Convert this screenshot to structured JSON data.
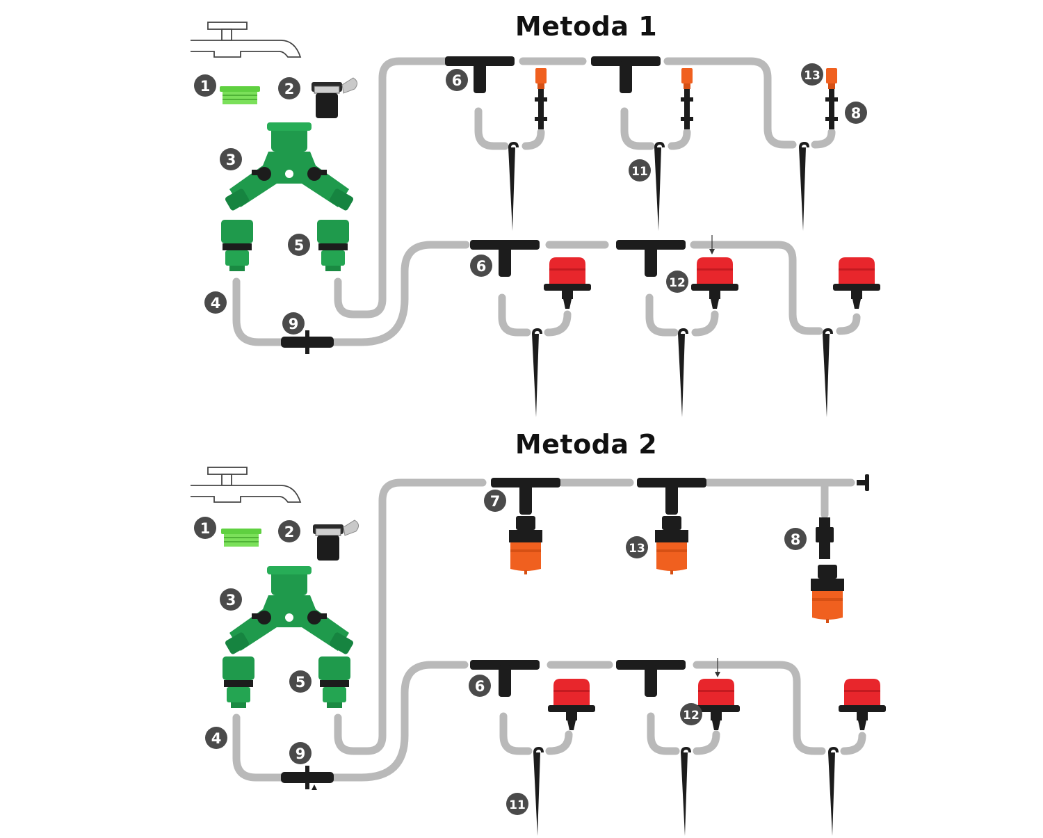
{
  "methods": [
    {
      "title": "Metoda 1",
      "labels": [
        "1",
        "2",
        "3",
        "4",
        "5",
        "6",
        "6",
        "8",
        "9",
        "11",
        "12",
        "13"
      ]
    },
    {
      "title": "Metoda 2",
      "labels": [
        "1",
        "2",
        "3",
        "4",
        "5",
        "6",
        "7",
        "8",
        "9",
        "11",
        "12",
        "13"
      ]
    }
  ],
  "colors": {
    "hose": "#b9b9b9",
    "connector_green": "#1f9a4c",
    "adapter_green": "#7be05a",
    "black_part": "#1c1c1c",
    "orange_nozzle": "#f0601f",
    "red_dripper": "#e8262c",
    "badge": "#4a4a4a"
  }
}
